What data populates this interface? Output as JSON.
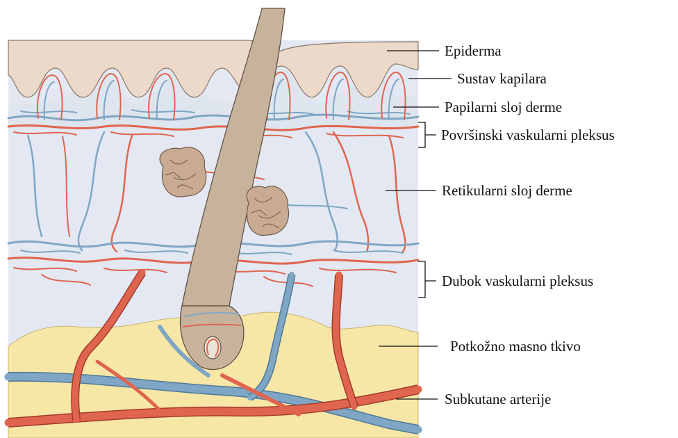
{
  "labels": {
    "epiderma": "Epiderma",
    "sustav_kapilara": "Sustav kapilara",
    "papilarni": "Papilarni sloj derme",
    "povrsinski": "Površinski vaskularni pleksus",
    "retikularni": "Retikularni sloj derme",
    "dubok": "Dubok vaskularni pleksus",
    "potkozno": "Potkožno masno tkivo",
    "subkutane": "Subkutane arterije"
  },
  "colors": {
    "epidermis": "#ecd9c9",
    "dermis": "#e3e8f2",
    "fat": "#f6e7a6",
    "artery": "#e0654f",
    "vein": "#7fa6c4",
    "hair": "#c7b39b",
    "gland": "#c8ab92"
  }
}
